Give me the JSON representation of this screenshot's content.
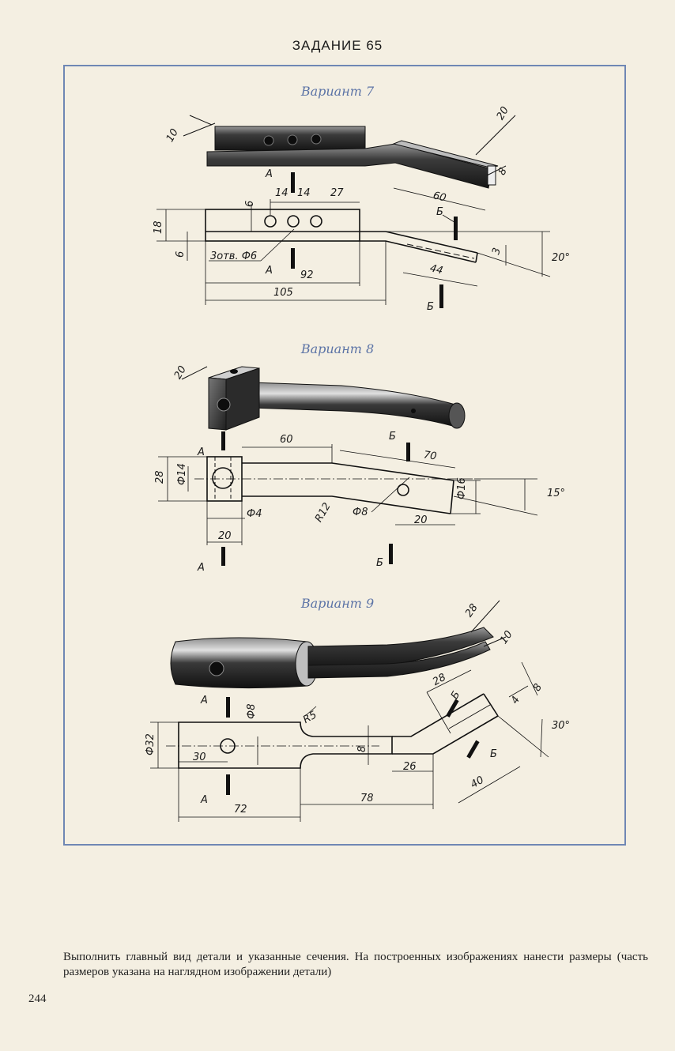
{
  "page": {
    "title": "ЗАДАНИЕ 65",
    "number": "244",
    "instructions": "Выполнить главный вид детали и указанные сечения. На построенных изображениях нанести размеры (часть размеров указана на наглядном изображении детали)"
  },
  "variants": [
    {
      "title": "Вариант 7",
      "labels": {
        "iso_10": "10",
        "iso_20": "20",
        "iso_8": "8",
        "cut_a": "А",
        "cut_b": "Б",
        "d14a": "14",
        "d14b": "14",
        "d27": "27",
        "d6v": "6",
        "d60": "60",
        "d18": "18",
        "d6": "6",
        "holes": "3отв. Ф6",
        "d92": "92",
        "d3": "3",
        "d44": "44",
        "d105": "105",
        "angle": "20°"
      }
    },
    {
      "title": "Вариант 8",
      "labels": {
        "iso_20": "20",
        "cut_a": "А",
        "cut_b": "Б",
        "d60": "60",
        "d70": "70",
        "d28": "28",
        "dia14": "Ф14",
        "dia16": "Ф16",
        "r12": "R12",
        "dia8": "Ф8",
        "dia4": "Ф4",
        "d20a": "20",
        "d20b": "20",
        "angle": "15°"
      }
    },
    {
      "title": "Вариант 9",
      "labels": {
        "iso_28": "28",
        "iso_10": "10",
        "cut_a": "А",
        "cut_b": "Б",
        "dia8": "Ф8",
        "r5": "R5",
        "dia32": "Ф32",
        "d30": "30",
        "d8": "8",
        "d26": "26",
        "d28": "28",
        "d4": "4",
        "d8b": "8",
        "angle": "30°",
        "d40": "40",
        "d78": "78",
        "d72": "72"
      }
    }
  ]
}
